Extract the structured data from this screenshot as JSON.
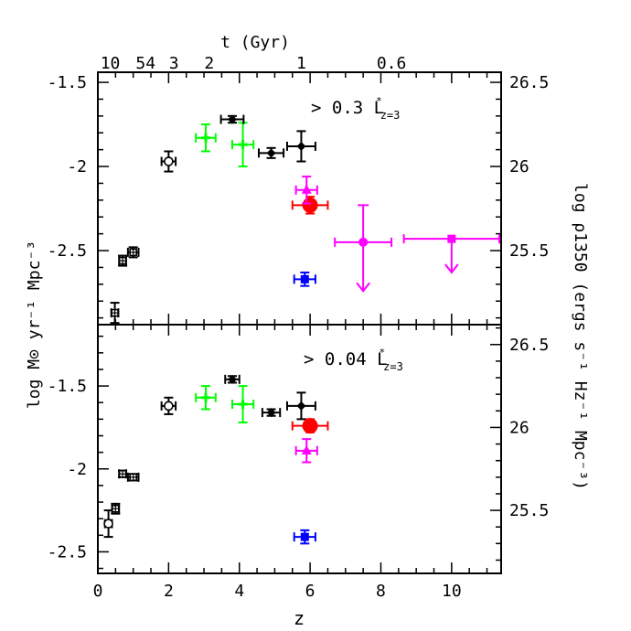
{
  "chart_data": {
    "type": "scatter",
    "x_axis": {
      "label": "z",
      "range": [
        0,
        11.4
      ],
      "ticks": [
        0,
        2,
        4,
        6,
        8,
        10
      ],
      "tick_labels": [
        "0",
        "2",
        "4",
        "6",
        "8",
        "10"
      ]
    },
    "top_axis": {
      "label": "t (Gyr)",
      "labels": [
        {
          "text": "10",
          "z": 0.35
        },
        {
          "text": "54",
          "z": 1.35
        },
        {
          "text": "3",
          "z": 2.15
        },
        {
          "text": "2",
          "z": 3.15
        },
        {
          "text": "1",
          "z": 5.75
        },
        {
          "text": "0.6",
          "z": 8.3
        }
      ]
    },
    "left_axis_label": "log M⊙ yr⁻¹ Mpc⁻³",
    "right_axis_label": "log ρ1350 (ergs s⁻¹ Hz⁻¹ Mpc⁻³)",
    "panels": [
      {
        "annotation": {
          "prefix": "> 0.3 L",
          "superscript": "*",
          "subscript": "z=3"
        },
        "ylim": [
          -2.94,
          -1.44
        ],
        "y_ticks": [
          -1.5,
          -2,
          -2.5
        ],
        "y_tick_labels": [
          "-1.5",
          "-2",
          "-2.5"
        ],
        "right_ticks": [
          26.5,
          26,
          25.5
        ],
        "right_tick_labels": [
          "26.5",
          "26",
          "25.5"
        ],
        "right_offset": 28.0,
        "series": [
          {
            "marker": "circle-open-cross",
            "color": "#000000",
            "points": [
              {
                "x": 2.0,
                "y": -1.97,
                "xerr": 0.2,
                "yerr": 0.06
              }
            ]
          },
          {
            "marker": "square-open-cross",
            "color": "#000000",
            "points": [
              {
                "x": 0.48,
                "y": -2.87,
                "xerr": 0.1,
                "yerr": 0.06
              },
              {
                "x": 0.7,
                "y": -2.56,
                "xerr": 0.1,
                "yerr": 0.03
              },
              {
                "x": 1.0,
                "y": -2.51,
                "xerr": 0.15,
                "yerr": 0.03
              }
            ]
          },
          {
            "marker": "cross",
            "color": "#00ff00",
            "points": [
              {
                "x": 3.05,
                "y": -1.83,
                "xerr": 0.28,
                "yerr": 0.08
              },
              {
                "x": 4.1,
                "y": -1.87,
                "xerr": 0.3,
                "yerr": 0.13
              }
            ]
          },
          {
            "marker": "diamond",
            "color": "#000000",
            "points": [
              {
                "x": 3.8,
                "y": -1.72,
                "xerr": 0.32,
                "yerr": 0.02
              },
              {
                "x": 4.9,
                "y": -1.92,
                "xerr": 0.35,
                "yerr": 0.03
              },
              {
                "x": 5.75,
                "y": -1.88,
                "xerr": 0.4,
                "yerr": 0.09
              }
            ]
          },
          {
            "marker": "circle",
            "color": "#ff0000",
            "points": [
              {
                "x": 6.0,
                "y": -2.23,
                "xerr": 0.5,
                "yerr": 0.05
              }
            ]
          },
          {
            "marker": "triangle",
            "color": "#ff00ff",
            "points": [
              {
                "x": 5.9,
                "y": -2.14,
                "xerr": 0.3,
                "yerr": 0.08
              }
            ]
          },
          {
            "marker": "square",
            "color": "#0000ff",
            "points": [
              {
                "x": 5.85,
                "y": -2.67,
                "xerr": 0.3,
                "yerr": 0.04
              }
            ]
          },
          {
            "marker": "circle",
            "color": "#ff00ff",
            "upper_limit": true,
            "points": [
              {
                "x": 7.5,
                "y": -2.45,
                "xerr": 0.8,
                "ytop": -2.23,
                "ylow": -2.74
              }
            ]
          },
          {
            "marker": "square",
            "color": "#ff00ff",
            "upper_limit": true,
            "points": [
              {
                "x": 10.0,
                "y": -2.43,
                "xerr": 1.35,
                "ylow": -2.63
              }
            ]
          }
        ]
      },
      {
        "annotation": {
          "prefix": "> 0.04 L",
          "superscript": "*",
          "subscript": "z=3"
        },
        "ylim": [
          -2.63,
          -1.13
        ],
        "y_ticks": [
          -1.5,
          -2,
          -2.5
        ],
        "y_tick_labels": [
          "-1.5",
          "-2",
          "-2.5"
        ],
        "right_ticks": [
          26.5,
          26,
          25.5
        ],
        "right_tick_labels": [
          "26.5",
          "26",
          "25.5"
        ],
        "right_offset": 27.75,
        "series": [
          {
            "marker": "circle-open-cross",
            "color": "#000000",
            "points": [
              {
                "x": 0.3,
                "y": -2.33,
                "xerr": 0.1,
                "yerr": 0.08
              },
              {
                "x": 2.0,
                "y": -1.62,
                "xerr": 0.2,
                "yerr": 0.05
              }
            ]
          },
          {
            "marker": "square-open-cross",
            "color": "#000000",
            "points": [
              {
                "x": 0.5,
                "y": -2.24,
                "xerr": 0.1,
                "yerr": 0.03
              },
              {
                "x": 0.7,
                "y": -2.03,
                "xerr": 0.1,
                "yerr": 0.02
              },
              {
                "x": 1.0,
                "y": -2.05,
                "xerr": 0.15,
                "yerr": 0.02
              }
            ]
          },
          {
            "marker": "cross",
            "color": "#00ff00",
            "points": [
              {
                "x": 3.05,
                "y": -1.57,
                "xerr": 0.28,
                "yerr": 0.07
              },
              {
                "x": 4.1,
                "y": -1.61,
                "xerr": 0.3,
                "yerr": 0.11
              }
            ]
          },
          {
            "marker": "diamond",
            "color": "#000000",
            "points": [
              {
                "x": 3.8,
                "y": -1.46,
                "xerr": 0.2,
                "yerr": 0.02
              },
              {
                "x": 4.9,
                "y": -1.66,
                "xerr": 0.25,
                "yerr": 0.02
              },
              {
                "x": 5.75,
                "y": -1.62,
                "xerr": 0.4,
                "yerr": 0.08
              }
            ]
          },
          {
            "marker": "circle",
            "color": "#ff0000",
            "points": [
              {
                "x": 6.0,
                "y": -1.74,
                "xerr": 0.5,
                "yerr": 0.04
              }
            ]
          },
          {
            "marker": "triangle",
            "color": "#ff00ff",
            "points": [
              {
                "x": 5.9,
                "y": -1.89,
                "xerr": 0.3,
                "yerr": 0.07
              }
            ]
          },
          {
            "marker": "square",
            "color": "#0000ff",
            "points": [
              {
                "x": 5.85,
                "y": -2.41,
                "xerr": 0.3,
                "yerr": 0.04
              }
            ]
          }
        ]
      }
    ]
  }
}
